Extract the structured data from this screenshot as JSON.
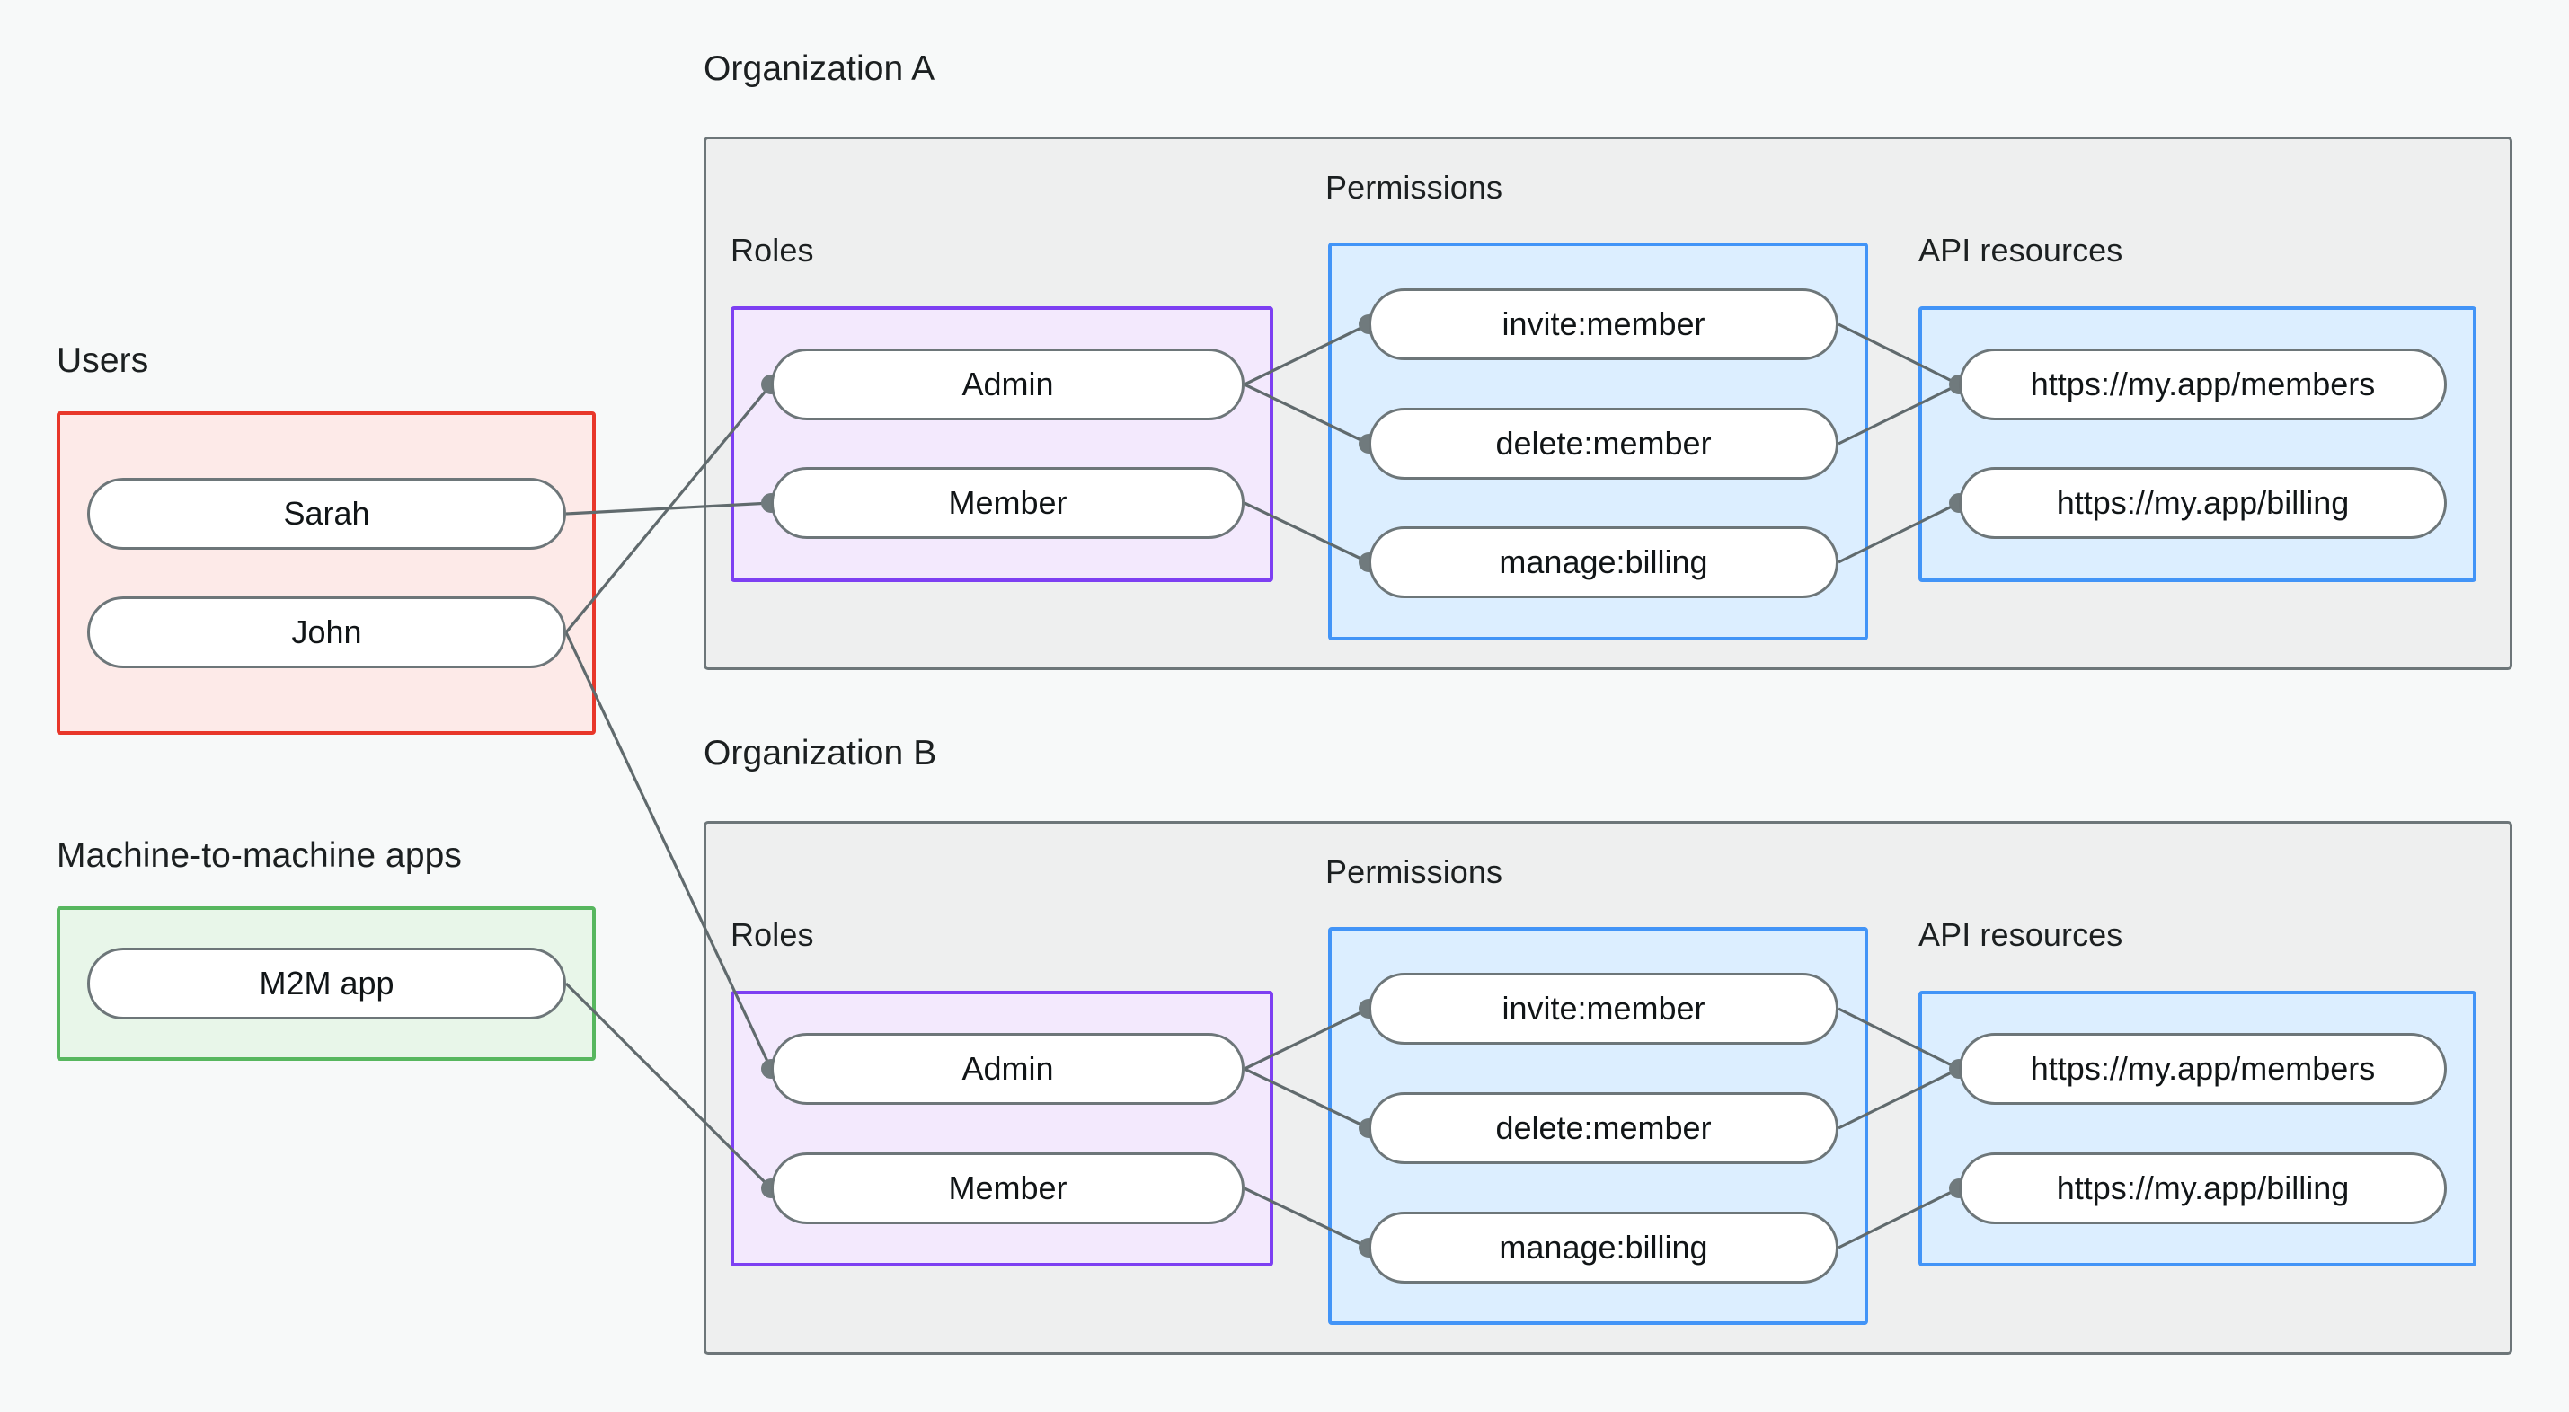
{
  "diagram": {
    "title_users": "Users",
    "title_m2m": "Machine-to-machine apps",
    "org_a_label": "Organization A",
    "org_b_label": "Organization B",
    "section_roles": "Roles",
    "section_permissions": "Permissions",
    "section_api_resources": "API resources"
  },
  "users": {
    "label": "Users",
    "items": [
      {
        "name": "Sarah"
      },
      {
        "name": "John"
      }
    ]
  },
  "m2m_apps": {
    "label": "Machine-to-machine apps",
    "items": [
      {
        "name": "M2M app"
      }
    ]
  },
  "organizations": [
    {
      "label": "Organization A",
      "roles": {
        "label": "Roles",
        "items": [
          {
            "name": "Admin"
          },
          {
            "name": "Member"
          }
        ]
      },
      "permissions": {
        "label": "Permissions",
        "items": [
          {
            "name": "invite:member"
          },
          {
            "name": "delete:member"
          },
          {
            "name": "manage:billing"
          }
        ]
      },
      "api_resources": {
        "label": "API resources",
        "items": [
          {
            "name": "https://my.app/members"
          },
          {
            "name": "https://my.app/billing"
          }
        ]
      }
    },
    {
      "label": "Organization B",
      "roles": {
        "label": "Roles",
        "items": [
          {
            "name": "Admin"
          },
          {
            "name": "Member"
          }
        ]
      },
      "permissions": {
        "label": "Permissions",
        "items": [
          {
            "name": "invite:member"
          },
          {
            "name": "delete:member"
          },
          {
            "name": "manage:billing"
          }
        ]
      },
      "api_resources": {
        "label": "API resources",
        "items": [
          {
            "name": "https://my.app/members"
          },
          {
            "name": "https://my.app/billing"
          }
        ]
      }
    }
  ],
  "connections": [
    {
      "from": "Sarah",
      "to": "Organization A / Member"
    },
    {
      "from": "John",
      "to": "Organization A / Admin"
    },
    {
      "from": "John",
      "to": "Organization B / Admin"
    },
    {
      "from": "M2M app",
      "to": "Organization B / Member"
    },
    {
      "from": "Organization A / Admin",
      "to": "Organization A / invite:member"
    },
    {
      "from": "Organization A / Admin",
      "to": "Organization A / delete:member"
    },
    {
      "from": "Organization A / Member",
      "to": "Organization A / manage:billing"
    },
    {
      "from": "Organization A / invite:member",
      "to": "Organization A / https://my.app/members"
    },
    {
      "from": "Organization A / delete:member",
      "to": "Organization A / https://my.app/members"
    },
    {
      "from": "Organization A / manage:billing",
      "to": "Organization A / https://my.app/billing"
    },
    {
      "from": "Organization B / Admin",
      "to": "Organization B / invite:member"
    },
    {
      "from": "Organization B / Admin",
      "to": "Organization B / delete:member"
    },
    {
      "from": "Organization B / Member",
      "to": "Organization B / manage:billing"
    },
    {
      "from": "Organization B / invite:member",
      "to": "Organization B / https://my.app/members"
    },
    {
      "from": "Organization B / delete:member",
      "to": "Organization B / https://my.app/members"
    },
    {
      "from": "Organization B / manage:billing",
      "to": "Organization B / https://my.app/billing"
    }
  ],
  "colors": {
    "background": "#f7f9f9",
    "org_frame_bg": "#eeefef",
    "org_frame_border": "#6d7679",
    "users_bg": "#fdeae8",
    "users_border": "#e8372a",
    "m2m_bg": "#e8f6e9",
    "m2m_border": "#57b75f",
    "roles_bg": "#f3e9fd",
    "roles_border": "#7d3ff2",
    "blue_bg": "#dceeff",
    "blue_border": "#4294f7",
    "pill_border": "#6d7679",
    "pill_bg": "#ffffff",
    "edge": "#606a6d",
    "text": "#111517"
  }
}
